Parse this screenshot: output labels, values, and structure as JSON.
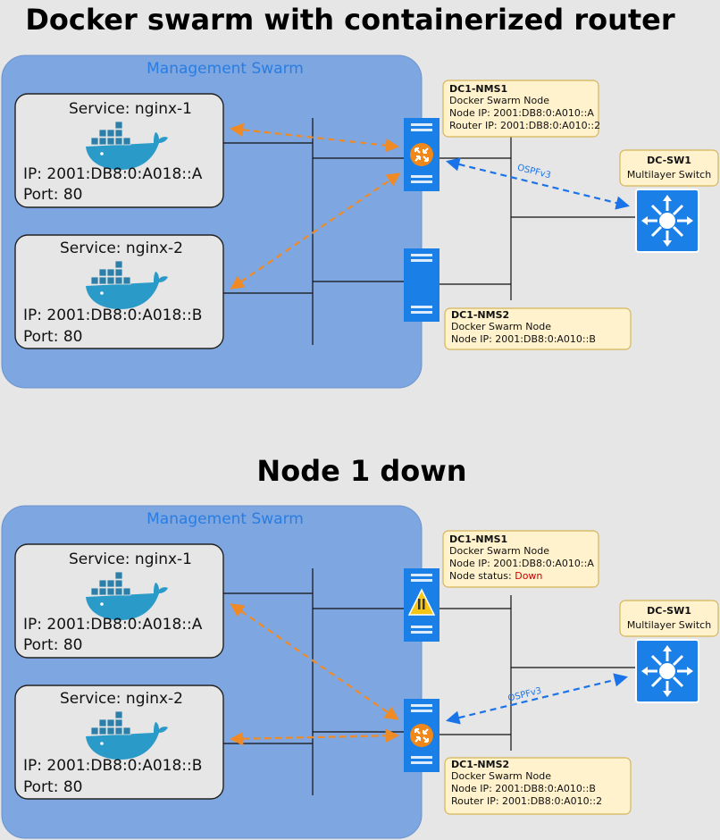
{
  "diagram": {
    "top": {
      "title": "Docker swarm with containerized router",
      "swarm_label": "Management Swarm",
      "services": [
        {
          "title": "Service: nginx-1",
          "ip": "IP: 2001:DB8:0:A018::A",
          "port": "Port: 80"
        },
        {
          "title": "Service: nginx-2",
          "ip": "IP: 2001:DB8:0:A018::B",
          "port": "Port: 80"
        }
      ],
      "node1": {
        "title": "DC1-NMS1",
        "lines": [
          "Docker Swarm Node",
          "Node IP: 2001:DB8:0:A010::A",
          "Router IP: 2001:DB8:0:A010::2"
        ]
      },
      "node2": {
        "title": "DC1-NMS2",
        "lines": [
          "Docker Swarm Node",
          "Node IP: 2001:DB8:0:A010::B"
        ]
      },
      "switch": {
        "title": "DC-SW1",
        "subtitle": "Multilayer Switch"
      },
      "ospf": "OSPFv3"
    },
    "bottom": {
      "title": "Node 1 down",
      "swarm_label": "Management Swarm",
      "services": [
        {
          "title": "Service: nginx-1",
          "ip": "IP: 2001:DB8:0:A018::A",
          "port": "Port: 80"
        },
        {
          "title": "Service: nginx-2",
          "ip": "IP: 2001:DB8:0:A018::B",
          "port": "Port: 80"
        }
      ],
      "node1": {
        "title": "DC1-NMS1",
        "lines": [
          "Docker Swarm Node",
          "Node IP: 2001:DB8:0:A010::A"
        ],
        "status_label": "Node status: ",
        "status_value": "Down"
      },
      "node2": {
        "title": "DC1-NMS2",
        "lines": [
          "Docker Swarm Node",
          "Node IP: 2001:DB8:0:A010::B",
          "Router IP: 2001:DB8:0:A010::2"
        ]
      },
      "switch": {
        "title": "DC-SW1",
        "subtitle": "Multilayer Switch"
      },
      "ospf": "OSPFv3"
    }
  },
  "colors": {
    "swarm_fill": "#7ea6e0",
    "service_fill": "#e6e6e6",
    "note_fill": "#fff2cc",
    "note_stroke": "#d6b656",
    "server_blue": "#1a7fe6",
    "router_orange": "#f0881a",
    "warning_yellow": "#f5c518",
    "arrow_orange": "#f08a24",
    "arrow_blue": "#1a73e8",
    "down_red": "#d00000"
  }
}
